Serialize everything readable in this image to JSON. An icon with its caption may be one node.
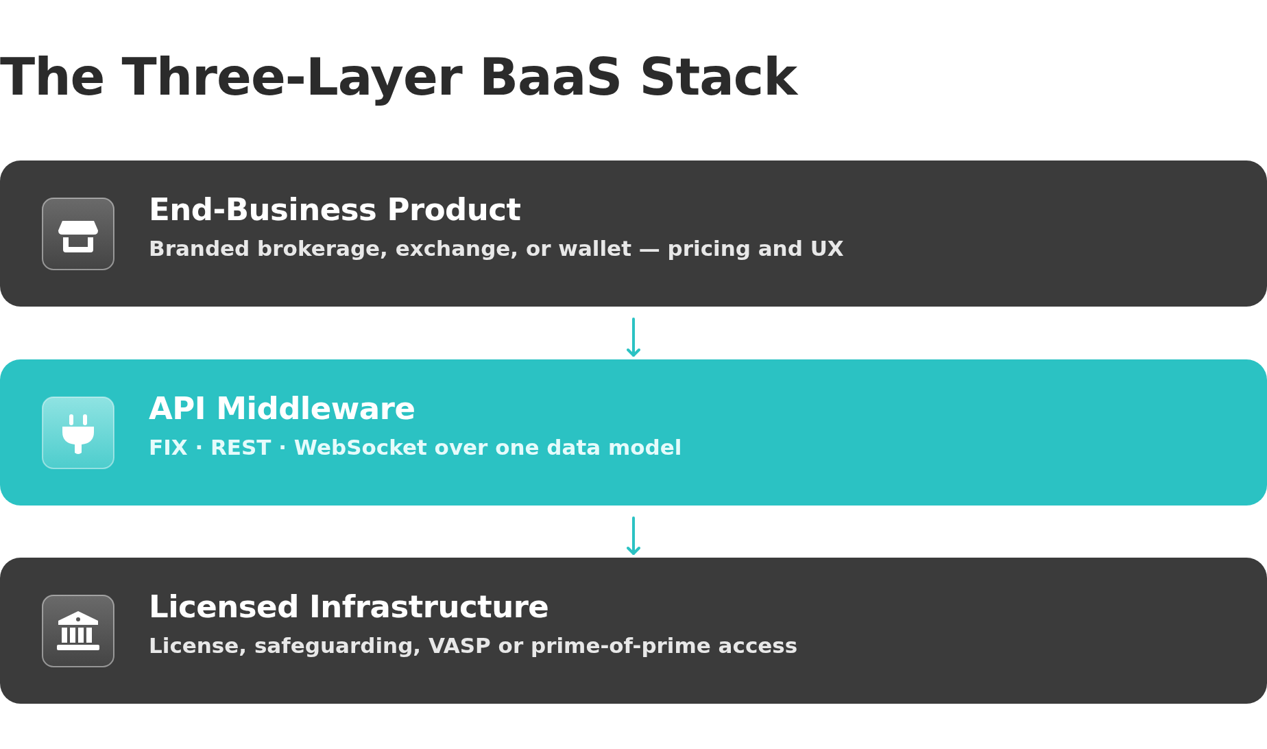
{
  "diagram": {
    "title": "The Three-Layer BaaS Stack",
    "nodes": [
      {
        "text": [
          "End-Business Product",
          "Branded brokerage, exchange, or wallet — pricing and UX"
        ]
      },
      {
        "text": [
          "API Middleware",
          "FIX · REST · WebSocket over one data model"
        ]
      },
      {
        "text": [
          "Licensed Infrastructure",
          "License, safeguarding, VASP or prime-of-prime access"
        ]
      }
    ],
    "edges": [
      {
        "from": 0,
        "to": 1,
        "arrow": "to"
      },
      {
        "from": 1,
        "to": 2,
        "arrow": "to"
      }
    ]
  }
}
